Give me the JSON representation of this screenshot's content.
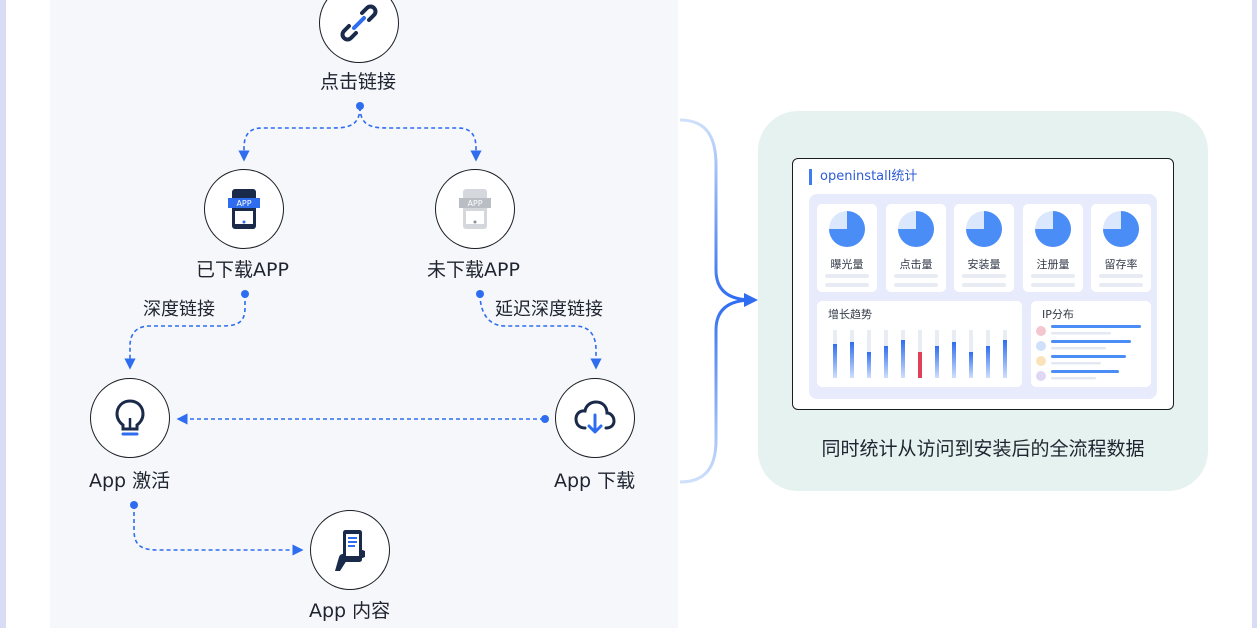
{
  "flow": {
    "nodes": {
      "click_link": "点击链接",
      "app_downloaded": "已下载APP",
      "app_not_downloaded": "未下载APP",
      "app_activate": "App 激活",
      "app_download": "App 下载",
      "app_content": "App 内容"
    },
    "app_badge": "APP",
    "edges": {
      "deep_link": "深度链接",
      "deferred_deep_link": "延迟深度链接"
    }
  },
  "stats": {
    "dashboard_title": "openinstall统计",
    "metrics": [
      "曝光量",
      "点击量",
      "安装量",
      "注册量",
      "留存率"
    ],
    "growth_title": "增长趋势",
    "ip_title": "IP分布",
    "caption": "同时统计从访问到安装后的全流程数据"
  },
  "colors": {
    "accent": "#2f6df0",
    "highlight_bar": "#e0405a",
    "card_bg": "#e6f2f0",
    "dashboard_bg": "#e8ebfb"
  }
}
